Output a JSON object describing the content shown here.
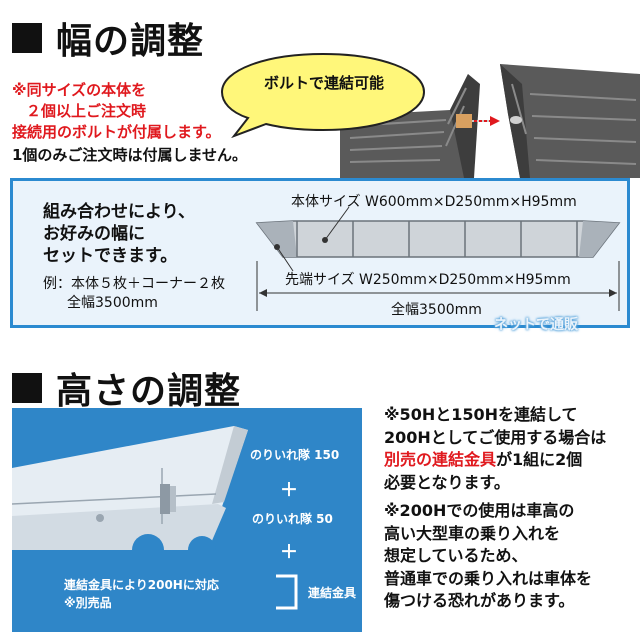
{
  "width_section": {
    "title": "幅の調整",
    "red_notes": [
      "※同サイズの本体を",
      "２個以上ご注文時",
      "接続用のボルトが付属します。"
    ],
    "black_note": "1個のみご注文時は付属しません。",
    "bubble_text": "ボルトで連結可能",
    "box": {
      "main_lines": [
        "組み合わせにより、",
        "お好みの幅に",
        "セットできます。"
      ],
      "example_line1": "例：本体５枚＋コーナー２枚",
      "example_line2": "全幅3500mm",
      "body_size": "本体サイズ  W600mm×D250mm×H95mm",
      "tip_size": "先端サイズ  W250mm×D250mm×H95mm",
      "total_width": "全幅3500mm"
    },
    "watermark": "ネットで通販"
  },
  "height_section": {
    "title": "高さの調整",
    "panel": {
      "label_150": "のりいれ隊  150",
      "plus": "＋",
      "label_50": "のりいれ隊  50",
      "plus2": "＋",
      "connector_label": "連結金具",
      "note1": "連結金具により200Hに対応",
      "note2": "※別売品"
    },
    "notes": {
      "p1_a": "※50Hと150Hを連結して",
      "p1_b": "200Hとしてご使用する場合は",
      "p1_red": "別売の連結金具",
      "p1_c": "が1組に2個",
      "p1_d": "必要となります。",
      "p2_a": "※200Hでの使用は車高の",
      "p2_b": "高い大型車の乗り入れを",
      "p2_c": "想定しているため、",
      "p2_d": "普通車での乗り入れは車体を",
      "p2_e": "傷つける恐れがあります。"
    }
  },
  "colors": {
    "accent_blue": "#2f86c8",
    "box_border": "#2b8ad0",
    "box_fill": "#eaf3fb",
    "note_red": "#e0191e"
  }
}
